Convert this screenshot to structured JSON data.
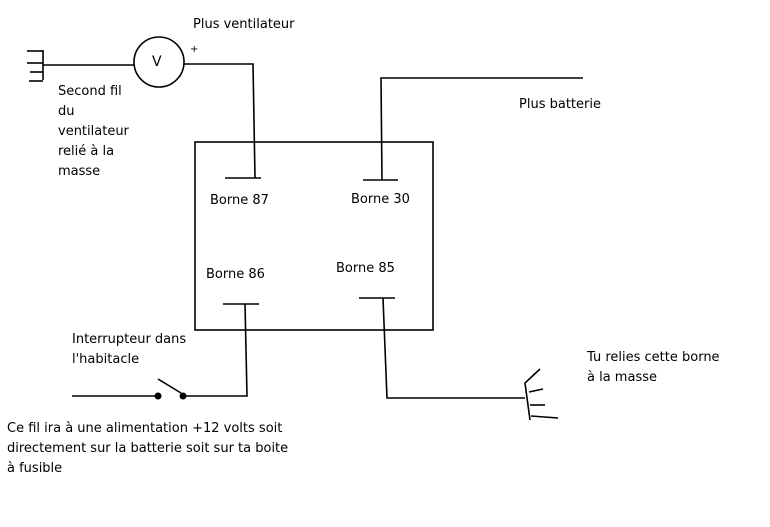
{
  "diagram": {
    "type": "relay-wiring",
    "labels": {
      "plus_ventilateur": "Plus ventilateur",
      "plus_sign": "+",
      "fan_symbol": "V",
      "second_fil": [
        "Second fil",
        "du",
        "ventilateur",
        "relié à la",
        "masse"
      ],
      "plus_batterie": "Plus batterie",
      "borne_87": "Borne 87",
      "borne_30": "Borne 30",
      "borne_86": "Borne 86",
      "borne_85": "Borne 85",
      "interrupteur": [
        "Interrupteur dans",
        "l'habitacle"
      ],
      "tu_relies": [
        "Tu relies cette borne",
        "à la masse"
      ],
      "ce_fil": [
        "Ce fil ira à une alimentation +12 volts soit",
        "directement sur la batterie soit sur ta boite",
        "à fusible"
      ]
    },
    "icons": {
      "fan": "fan-voltmeter-circle-icon",
      "ground_left": "ground-icon",
      "ground_right": "ground-icon",
      "switch": "switch-icon"
    }
  }
}
